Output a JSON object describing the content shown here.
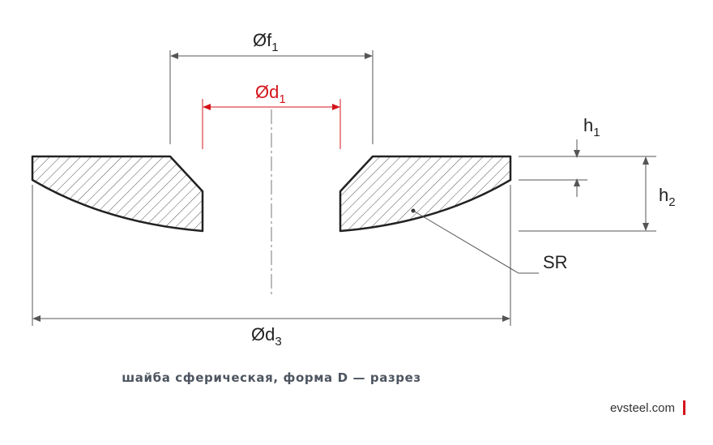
{
  "labels": {
    "f1": {
      "symbol": "Øf",
      "sub": "1"
    },
    "d1": {
      "symbol": "Ød",
      "sub": "1"
    },
    "d3": {
      "symbol": "Ød",
      "sub": "3"
    },
    "h1": {
      "symbol": "h",
      "sub": "1"
    },
    "h2": {
      "symbol": "h",
      "sub": "2"
    },
    "sr": "SR"
  },
  "caption": "шайба сферическая, форма D — разрез",
  "brand": {
    "text": "evsteel.com",
    "accent_color": "#d4141b"
  },
  "colors": {
    "line": "#333333",
    "dim": "#555555",
    "accent": "#d4141b"
  }
}
